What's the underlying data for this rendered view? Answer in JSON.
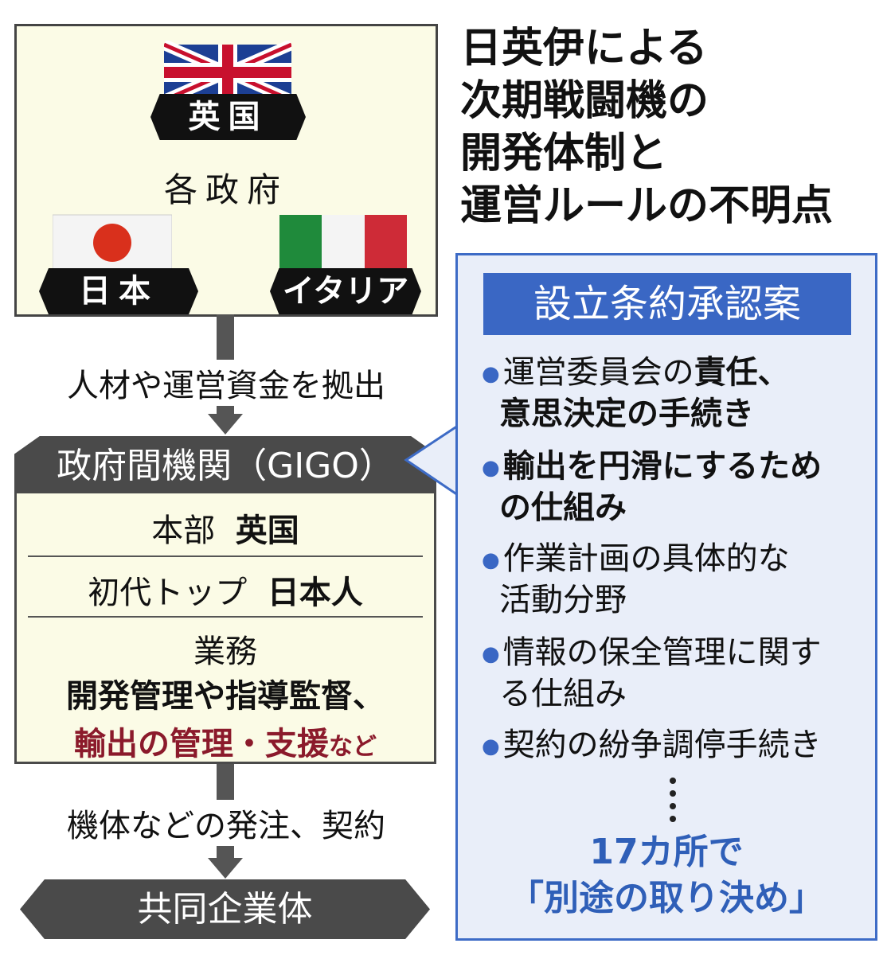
{
  "title": {
    "lines": [
      "日英伊による",
      "次期戦闘機の",
      "開発体制と",
      "運営ルールの不明点"
    ]
  },
  "governments": {
    "label": "各政府",
    "uk": "英国",
    "japan": "日本",
    "italy": "イタリア"
  },
  "arrow1_label": "人材や運営資金を拠出",
  "gigo": {
    "header": "政府間機関（GIGO）",
    "hq_label": "本部",
    "hq_value": "英国",
    "top_label": "初代トップ",
    "top_value": "日本人",
    "duties_label": "業務",
    "duties_line1": "開発管理や指導監督、",
    "duties_line2_em": "輸出の管理・支援",
    "duties_line2_tail": "など"
  },
  "arrow2_label": "機体などの発注、契約",
  "bottom_box": "共同企業体",
  "panel": {
    "header": "設立条約承認案",
    "items": [
      {
        "a": "運営委員会の",
        "b": "責任、",
        "c": "意思決定の手続き"
      },
      {
        "a": "輸出を円滑にするため",
        "b": "の仕組み"
      },
      {
        "a": "作業計画の具体的な",
        "b": "活動分野"
      },
      {
        "a": "情報の保全管理に関す",
        "b": "る仕組み"
      },
      {
        "a": "契約の紛争調停手続き"
      }
    ],
    "conclusion1": "17カ所で",
    "conclusion2": "「別途の取り決め」"
  },
  "colors": {
    "accent_blue": "#3a67c4",
    "panel_bg": "#e9eef9",
    "cream": "#fbfbe6",
    "dark_gray": "#4a4a4a",
    "emphasis_red": "#8b1a2b"
  }
}
